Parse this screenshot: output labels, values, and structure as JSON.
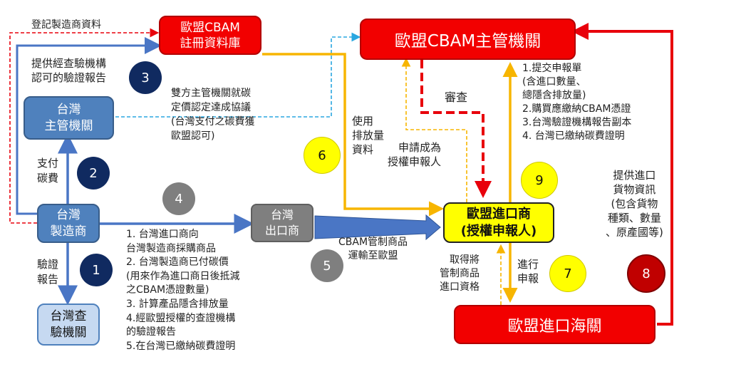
{
  "nodes": {
    "registry": "歐盟CBAM\n註冊資料庫",
    "authority": "歐盟CBAM主管機關",
    "tw_authority": "台灣\n主管機關",
    "tw_manufacturer": "台灣\n製造商",
    "tw_verifier": "台灣查\n驗機關",
    "tw_exporter": "台灣\n出口商",
    "eu_importer": "歐盟進口商\n(授權申報人)",
    "eu_customs": "歐盟進口海關"
  },
  "steps": [
    "1",
    "2",
    "3",
    "4",
    "5",
    "6",
    "7",
    "8",
    "9"
  ],
  "labels": {
    "register_mfr": "登記製造商資料",
    "provide_report": "提供經查驗機構\n認可的驗證報告",
    "agreement": "雙方主管機關就碳\n定價認定達成協議\n(台灣支付之碳費獲\n歐盟認可)",
    "pay_fee": "支付\n碳費",
    "verify_report": "驗證\n報告",
    "purchase_list": "1. 台灣進口商向\n台灣製造商採購商品\n2. 台灣製造商已付碳價\n(用來作為進口商日後抵減\n之CBAM憑證數量)\n3. 計算產品隱含排放量\n4.經歐盟授權的查證機構\n的驗證報告\n5.在台灣已繳納碳費證明",
    "transport": "CBAM管制商品\n運輸至歐盟",
    "use_emission": "使用\n排放量\n資料",
    "apply_declarant": "申請成為\n授權申報人",
    "review": "審查",
    "submit_list": "1.提交申報單\n(含進口數量、\n總隱含排放量)\n2.購買應繳納CBAM憑證\n3.台灣驗證機構報告副本\n4. 台灣已繳納碳費證明",
    "obtain_qualification": "取得將\n管制商品\n進口資格",
    "declare": "進行\n申報",
    "provide_goods_info": "提供進口\n貨物資訊\n(包含貨物\n種類、數量\n、原產國等)"
  },
  "colors": {
    "red_arrow": "#e8000b",
    "blue_arrow": "#4a76c5",
    "yellow_arrow": "#f7b500",
    "dashed_blue": "#2aa7e0",
    "navy": "#102a60"
  }
}
